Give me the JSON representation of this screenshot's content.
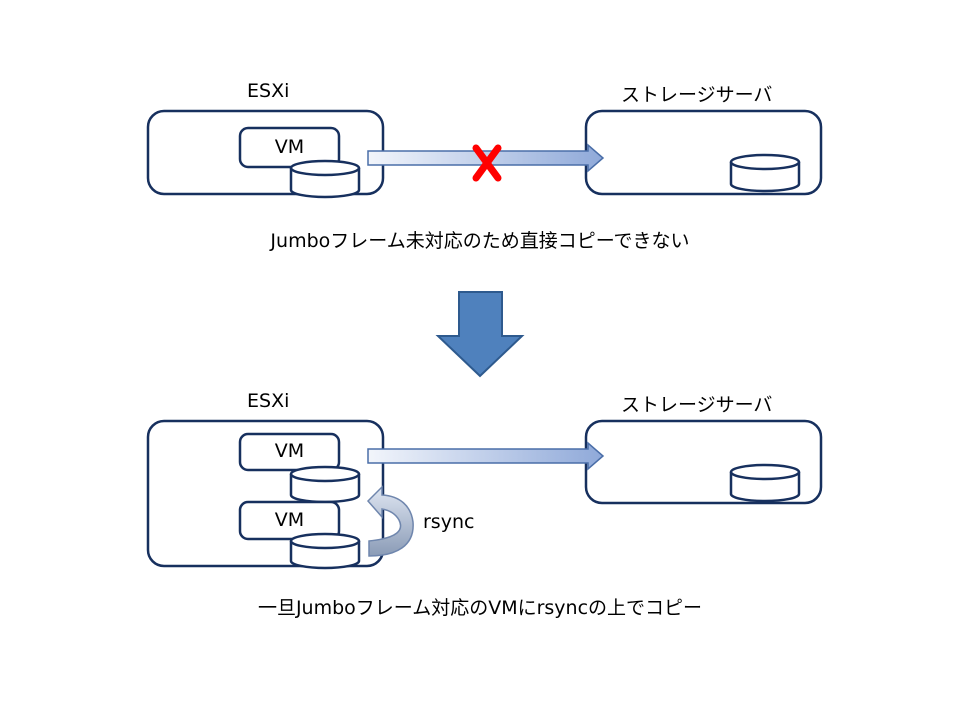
{
  "top": {
    "esxi_label": "ESXi",
    "storage_label": "ストレージサーバ",
    "vm_label": "VM",
    "caption": "Jumboフレーム未対応のため直接コピーできない",
    "blocked_marker": "x-mark"
  },
  "bottom": {
    "esxi_label": "ESXi",
    "storage_label": "ストレージサーバ",
    "vm1_label": "VM",
    "vm2_label": "VM",
    "rsync_label": "rsync",
    "caption": "一旦Jumboフレーム対応のVMにrsyncの上でコピー"
  },
  "colors": {
    "box_stroke": "#17305e",
    "arrow_fill_start": "#f2f5fb",
    "arrow_fill_end": "#8fa9d9",
    "arrow_stroke": "#4a6ea8",
    "down_arrow": "#4f81bd",
    "cross": "#ff0000"
  }
}
